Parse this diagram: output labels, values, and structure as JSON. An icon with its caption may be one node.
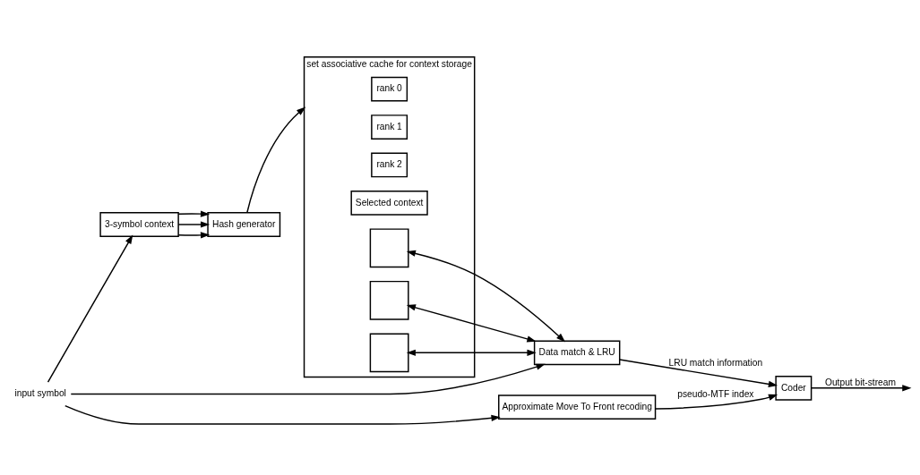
{
  "diagram": {
    "nodes": [
      {
        "text": [
          "input symbol"
        ]
      },
      {
        "text": [
          "3-symbol context"
        ]
      },
      {
        "text": [
          "Hash generator"
        ]
      },
      {
        "text": [
          "set associative cache for context storage"
        ]
      },
      {
        "text": [
          "rank 0"
        ],
        "in": 3
      },
      {
        "text": [
          "rank 1"
        ],
        "in": 3
      },
      {
        "text": [
          "rank 2"
        ],
        "in": 3
      },
      {
        "text": [
          "Selected context"
        ],
        "in": 3
      },
      {
        "text": [],
        "shape": "box",
        "in": 3
      },
      {
        "text": [],
        "shape": "box",
        "in": 3
      },
      {
        "text": [],
        "shape": "box",
        "in": 3
      },
      {
        "text": [
          "Data match & LRU"
        ]
      },
      {
        "text": [
          "Approximate Move To Front recoding"
        ]
      },
      {
        "text": [
          "Coder"
        ]
      }
    ],
    "edges": [
      {
        "from": 0,
        "to": 1,
        "arrow": "to"
      },
      {
        "from": 0,
        "to": 11,
        "arrow": "to"
      },
      {
        "from": 0,
        "to": 12,
        "arrow": "to"
      },
      {
        "from": 1,
        "to": 2,
        "arrow": "to"
      },
      {
        "from": 1,
        "to": 2,
        "arrow": "to"
      },
      {
        "from": 1,
        "to": 2,
        "arrow": "to"
      },
      {
        "from": 2,
        "to": 3,
        "arrow": "to"
      },
      {
        "from": 8,
        "to": 11,
        "arrow": "both"
      },
      {
        "from": 9,
        "to": 11,
        "arrow": "both"
      },
      {
        "from": 10,
        "to": 11,
        "arrow": "both"
      },
      {
        "from": 11,
        "to": 13,
        "arrow": "to",
        "label": "LRU match information"
      },
      {
        "from": 12,
        "to": 13,
        "arrow": "to",
        "label": "pseudo-MTF index"
      },
      {
        "from": 13,
        "to": null,
        "arrow": "to",
        "label": "Output bit-stream"
      }
    ]
  }
}
